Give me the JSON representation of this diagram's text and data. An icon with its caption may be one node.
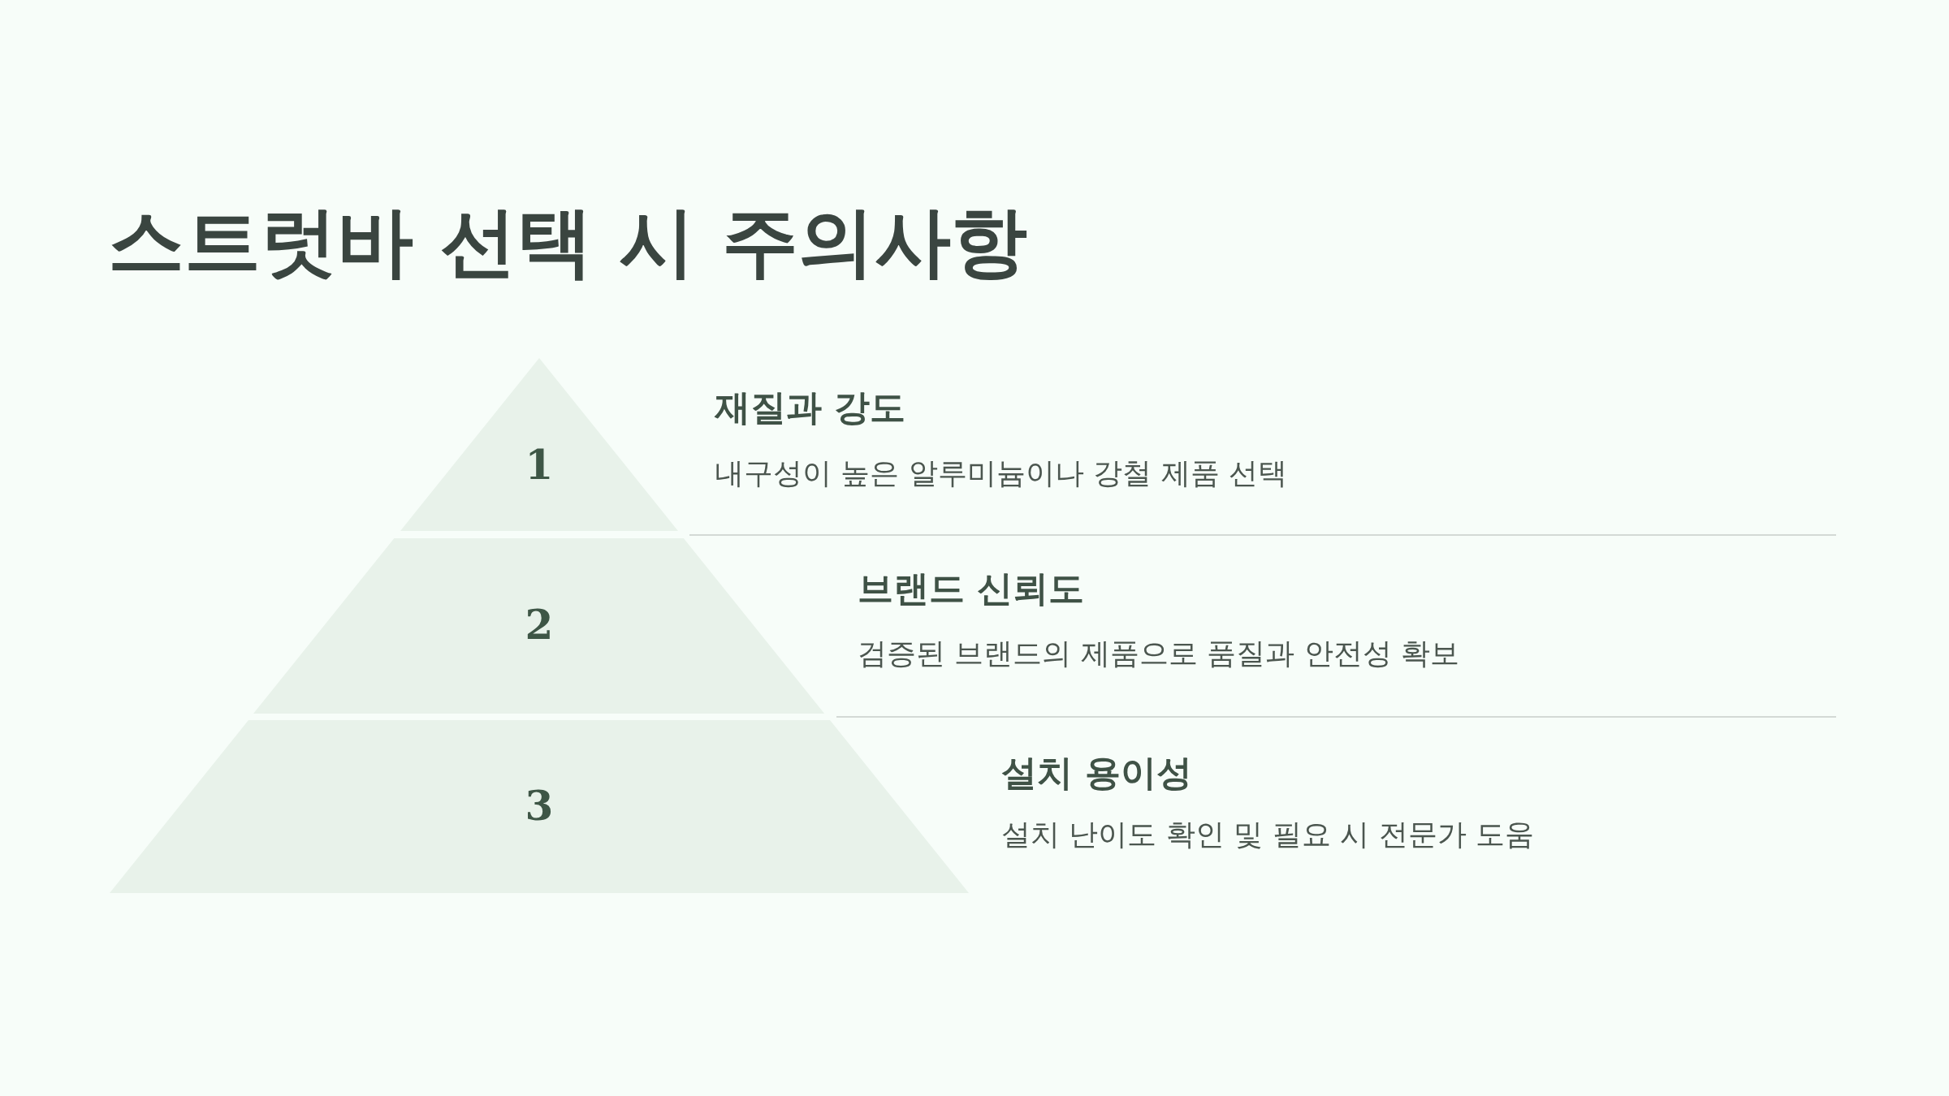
{
  "diagram": {
    "title": "스트럿바 선택 시 주의사항",
    "nodes": [
      {
        "text": [
          "1"
        ],
        "beside": [
          "재질과 강도",
          "내구성이 높은 알루미늄이나 강철 제품 선택"
        ]
      },
      {
        "text": [
          "2"
        ],
        "beside": [
          "브랜드 신뢰도",
          "검증된 브랜드의 제품으로 품질과 안전성 확보"
        ]
      },
      {
        "text": [
          "3"
        ],
        "beside": [
          "설치 용이성",
          "설치 난이도 확인 및 필요 시 전문가 도움"
        ]
      }
    ]
  }
}
